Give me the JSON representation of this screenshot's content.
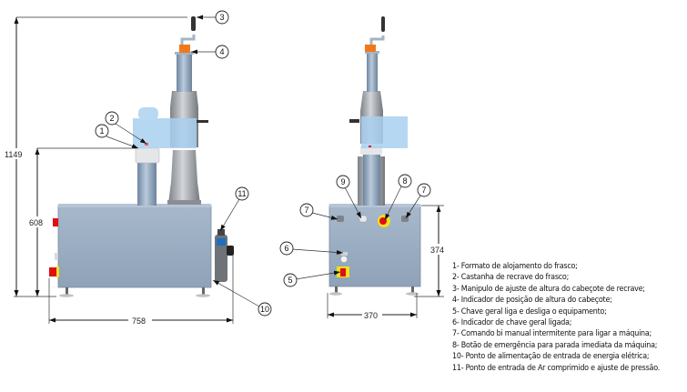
{
  "diagram": {
    "type": "technical drawing",
    "views": [
      {
        "name": "side view",
        "dimensions": {
          "total_height": "1149",
          "base_height": "608",
          "width": "758"
        },
        "callouts": [
          "1",
          "2",
          "3",
          "4",
          "10",
          "11"
        ]
      },
      {
        "name": "front view",
        "dimensions": {
          "base_height": "374",
          "width": "370"
        },
        "callouts": [
          "5",
          "6",
          "7",
          "7",
          "8",
          "9"
        ]
      }
    ],
    "colors": {
      "body": "#9fb1c6",
      "column": "#8fa5bd",
      "transparent_head": "#a9d0f0",
      "indicator": "#f07a1a",
      "emergency": "#e01010",
      "emergency_ring": "#f2e21a"
    }
  },
  "legend": {
    "items": [
      "1- Formato de alojamento do frasco;",
      "2- Castanha de recrave do frasco;",
      "3- Manipulo de ajuste de altura do cabeçote de recrave;",
      "4- Indicador de posição de altura do cabeçote;",
      "5- Chave geral liga e desliga o equipamento;",
      "6- Indicador de chave geral ligada;",
      "7- Comando bi manual intermitente para ligar a máquina;",
      "8- Botão de emergência para parada imediata da máquina;",
      "10- Ponto de alimentação de entrada de energia elétrica;",
      "11- Ponto de entrada de Ar comprimido e ajuste de pressão."
    ]
  }
}
